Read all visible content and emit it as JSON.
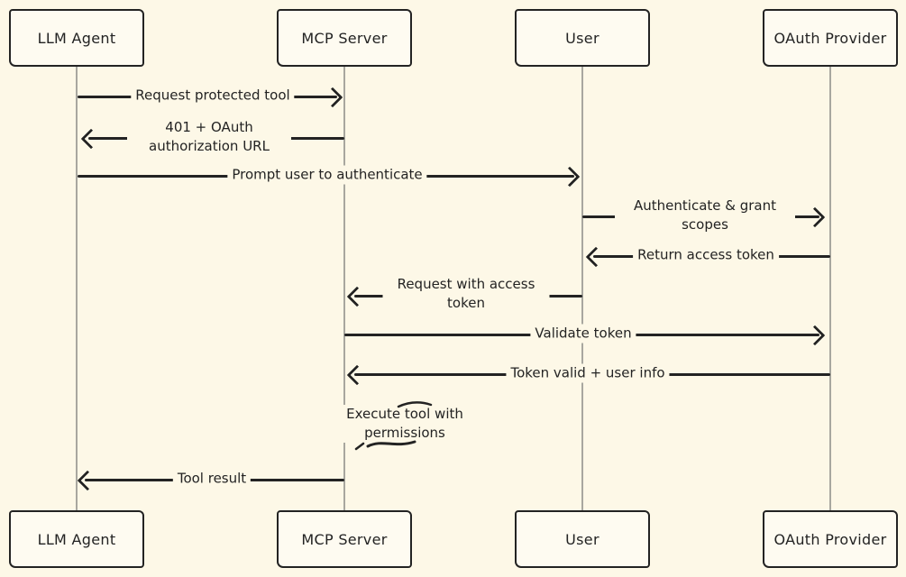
{
  "colors": {
    "background": "#fdf8e7",
    "ink": "#232323",
    "lifeline": "#a8a79f",
    "boxfill": "#fefbf1"
  },
  "diagram_type": "sequence-diagram",
  "actors": [
    {
      "id": "llm-agent",
      "label": "LLM Agent"
    },
    {
      "id": "mcp-server",
      "label": "MCP Server"
    },
    {
      "id": "user",
      "label": "User"
    },
    {
      "id": "oauth-provider",
      "label": "OAuth Provider"
    }
  ],
  "messages": [
    {
      "from": "LLM Agent",
      "to": "MCP Server",
      "direction": "right",
      "label": "Request protected tool"
    },
    {
      "from": "MCP Server",
      "to": "LLM Agent",
      "direction": "left",
      "label": "401 + OAuth authorization URL"
    },
    {
      "from": "LLM Agent",
      "to": "User",
      "direction": "right",
      "label": "Prompt user to authenticate"
    },
    {
      "from": "User",
      "to": "OAuth Provider",
      "direction": "right",
      "label": "Authenticate & grant scopes"
    },
    {
      "from": "OAuth Provider",
      "to": "User",
      "direction": "left",
      "label": "Return access token"
    },
    {
      "from": "User",
      "to": "MCP Server",
      "direction": "left",
      "label": "Request with access token"
    },
    {
      "from": "MCP Server",
      "to": "OAuth Provider",
      "direction": "right",
      "label": "Validate token"
    },
    {
      "from": "OAuth Provider",
      "to": "MCP Server",
      "direction": "left",
      "label": "Token valid + user info"
    },
    {
      "from": "MCP Server",
      "to": "LLM Agent",
      "direction": "left",
      "label": "Tool result"
    }
  ],
  "note": {
    "actor": "MCP Server",
    "label": "Execute tool with permissions"
  }
}
